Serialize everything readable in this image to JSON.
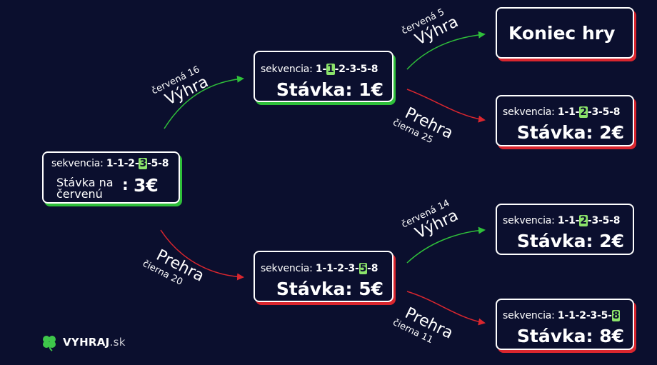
{
  "start": {
    "sequence_label": "sekvencia:",
    "sequence": "1-1-2-3-5-8",
    "highlight_index": 3,
    "bet_line1": "Stávka na",
    "bet_line2": "červenú",
    "bet_sep": ":",
    "bet_value": "3€"
  },
  "nodes": {
    "top": {
      "sequence_label": "sekvencia:",
      "sequence": "1-1-2-3-5-8",
      "highlight_index": 1,
      "bet": "Stávka: 1€"
    },
    "bottom": {
      "sequence_label": "sekvencia:",
      "sequence": "1-1-2-3-5-8",
      "highlight_index": 4,
      "bet": "Stávka: 5€"
    },
    "end": {
      "title": "Koniec hry"
    },
    "top_lose": {
      "sequence_label": "sekvencia:",
      "sequence": "1-1-2-3-5-8",
      "highlight_index": 2,
      "bet": "Stávka: 2€"
    },
    "bottom_win": {
      "sequence_label": "sekvencia:",
      "sequence": "1-1-2-3-5-8",
      "highlight_index": 2,
      "bet": "Stávka: 2€"
    },
    "bottom_lose": {
      "sequence_label": "sekvencia:",
      "sequence": "1-1-2-3-5-8",
      "highlight_index": 5,
      "bet": "Stávka: 8€"
    }
  },
  "edges": {
    "e1": {
      "outcome": "Výhra",
      "detail": "červená 16"
    },
    "e2": {
      "outcome": "Prehra",
      "detail": "čierna 20"
    },
    "e3": {
      "outcome": "Výhra",
      "detail": "červená 5"
    },
    "e4": {
      "outcome": "Prehra",
      "detail": "čierna 25"
    },
    "e5": {
      "outcome": "Výhra",
      "detail": "červená 14"
    },
    "e6": {
      "outcome": "Prehra",
      "detail": "čierna 11"
    }
  },
  "logo": {
    "brand": "VYHRAJ",
    "tld": ".sk",
    "icon": "clover-icon"
  },
  "colors": {
    "background": "#0b0f2e",
    "win": "#2fbf3a",
    "lose": "#d9262e",
    "highlight": "#8be36a"
  }
}
